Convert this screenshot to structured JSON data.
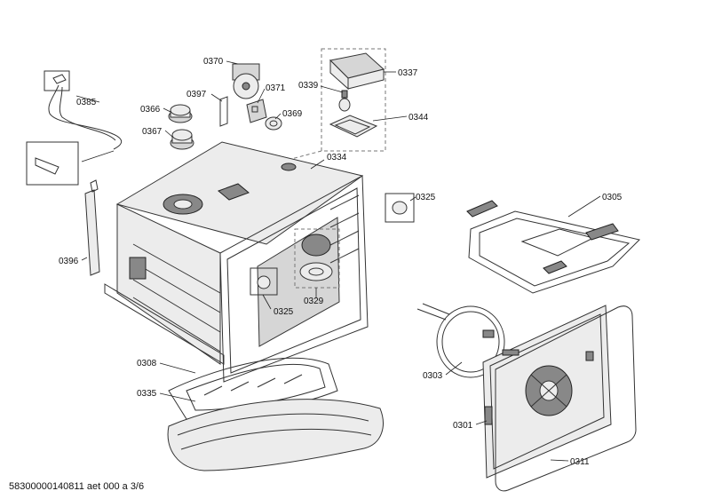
{
  "footer": "58300000140811 aet 000 a 3/6",
  "callouts": {
    "c0370": "0370",
    "c0397": "0397",
    "c0371": "0371",
    "c0339": "0339",
    "c0337": "0337",
    "c0385": "0385",
    "c0366": "0366",
    "c0369": "0369",
    "c0367": "0367",
    "c0344": "0344",
    "c0334": "0334",
    "c0325a": "0325",
    "c0305": "0305",
    "c0396": "0396",
    "c0325b": "0325",
    "c0329": "0329",
    "c0308": "0308",
    "c0335": "0335",
    "c0303": "0303",
    "c0301": "0301",
    "c0311": "0311"
  }
}
